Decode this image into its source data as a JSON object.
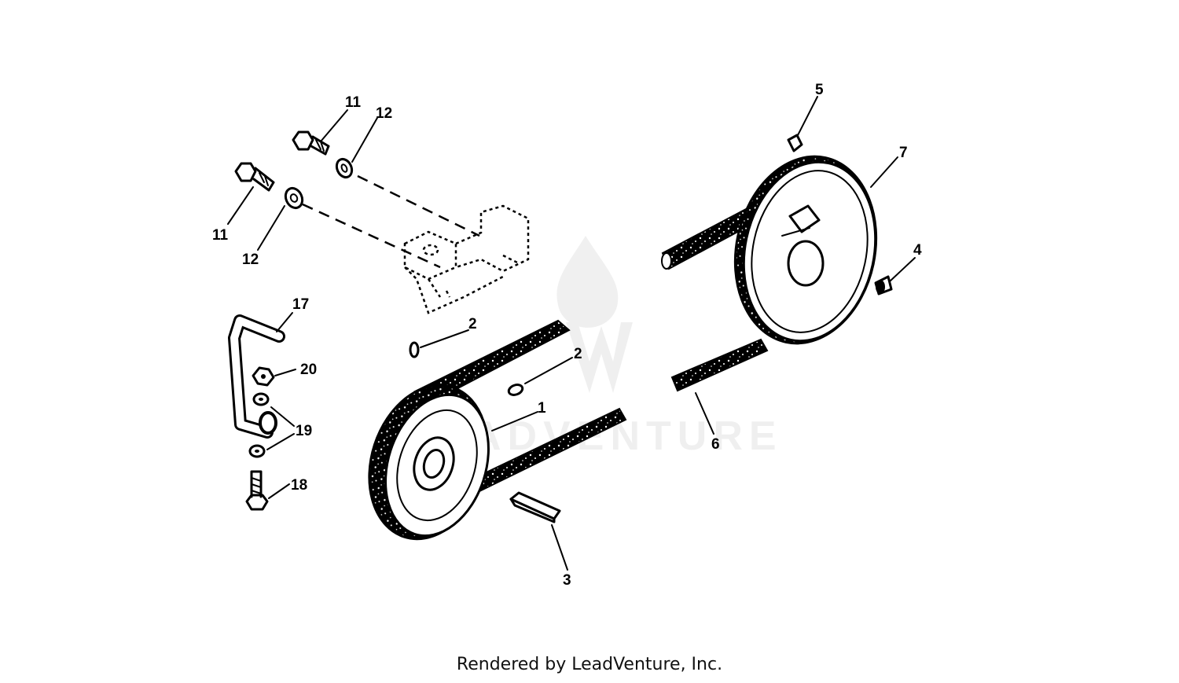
{
  "diagram": {
    "callouts": {
      "c1": "1",
      "c2a": "2",
      "c2b": "2",
      "c3": "3",
      "c4": "4",
      "c5": "5",
      "c6": "6",
      "c7": "7",
      "c11a": "11",
      "c11b": "11",
      "c12a": "12",
      "c12b": "12",
      "c17": "17",
      "c18": "18",
      "c19": "19",
      "c20": "20"
    },
    "watermark": {
      "logo": "flame-w-logo",
      "text": "ADVENTURE"
    }
  },
  "footer": {
    "text": "Rendered by LeadVenture, Inc."
  }
}
